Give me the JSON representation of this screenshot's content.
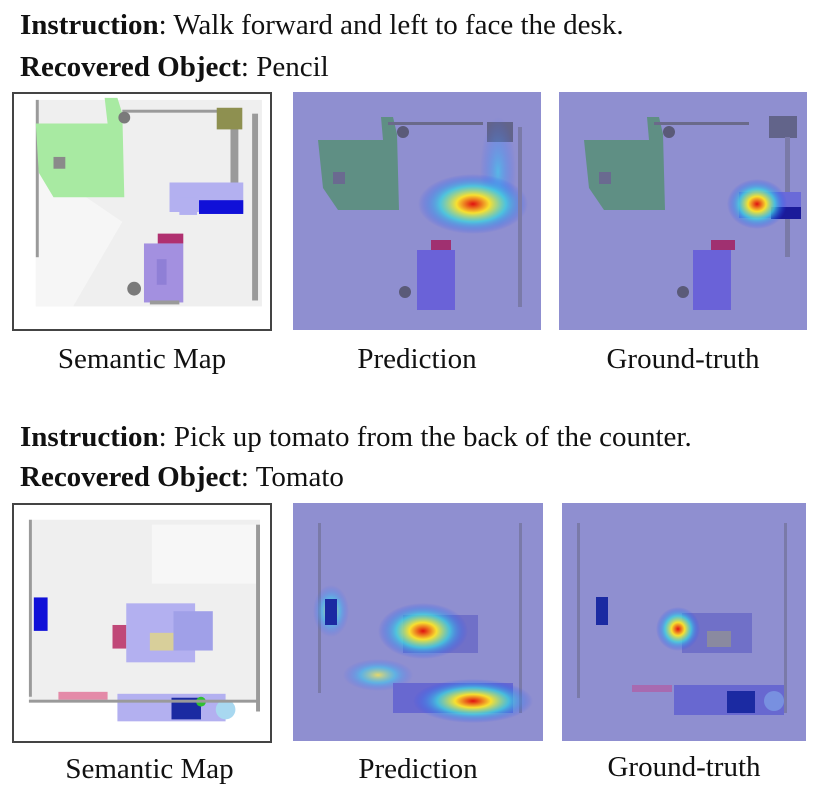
{
  "examples": [
    {
      "instruction_label": "Instruction",
      "instruction_text": "Walk forward and left to face the desk.",
      "object_label": "Recovered Object",
      "object_text": "Pencil",
      "captions": [
        "Semantic Map",
        "Prediction",
        "Ground-truth"
      ]
    },
    {
      "instruction_label": "Instruction",
      "instruction_text": "Pick up tomato from the back of the counter.",
      "object_label": "Recovered Object",
      "object_text": "Tomato",
      "captions": [
        "Semantic Map",
        "Prediction",
        "Ground-truth"
      ]
    }
  ],
  "colors": {
    "overlay": "#8f8fd0",
    "map_floor": "#efefef",
    "wall": "#8a8a8a",
    "green_object": "#a8eaa2",
    "olive_object": "#8e9050",
    "lavender_object": "#b3b0f0",
    "desk_blue": "#1010d8",
    "purple_object": "#a390e0",
    "magenta_object": "#b03070",
    "pink_object": "#e48aa8",
    "tan_object": "#d8cf9a",
    "navy_object": "#1b2aa2",
    "heat_red": "#e01010",
    "heat_yellow": "#f8e030"
  }
}
